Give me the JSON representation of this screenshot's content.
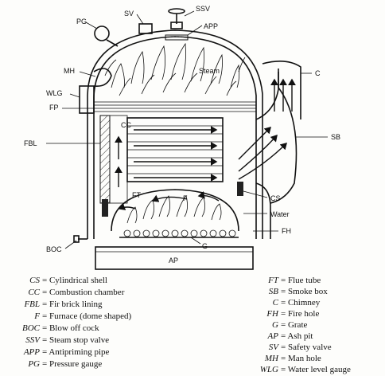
{
  "labels": {
    "sv": "SV",
    "ssv": "SSV",
    "pg": "PG",
    "app": "APP",
    "steam": "Steam",
    "mh": "MH",
    "c_top": "C",
    "wlg": "WLG",
    "fp": "FP",
    "cc": "CC",
    "sb": "SB",
    "fbl": "FBL",
    "ft": "FT",
    "f": "F",
    "cs": "CS",
    "water": "Water",
    "fh": "FH",
    "g": "G",
    "boc": "BOC",
    "ap": "AP"
  },
  "legend_left": [
    {
      "abbr": "CS",
      "text": "= Cylindrical shell"
    },
    {
      "abbr": "CC",
      "text": "= Combustion chamber"
    },
    {
      "abbr": "FBL",
      "text": "= Fir brick lining"
    },
    {
      "abbr": "F",
      "text": "= Furnace (dome shaped)"
    },
    {
      "abbr": "BOC",
      "text": "= Blow off cock"
    },
    {
      "abbr": "SSV",
      "text": "= Steam stop valve"
    },
    {
      "abbr": "APP",
      "text": "= Antipriming pipe"
    },
    {
      "abbr": "PG",
      "text": "= Pressure gauge"
    }
  ],
  "legend_right": [
    {
      "abbr": "FT",
      "text": "= Flue tube"
    },
    {
      "abbr": "SB",
      "text": "= Smoke box"
    },
    {
      "abbr": "C",
      "text": "= Chimney"
    },
    {
      "abbr": "FH",
      "text": "= Fire hole"
    },
    {
      "abbr": "G",
      "text": "= Grate"
    },
    {
      "abbr": "AP",
      "text": "= Ash pit"
    },
    {
      "abbr": "SV",
      "text": "= Safety valve"
    },
    {
      "abbr": "MH",
      "text": "= Man hole"
    },
    {
      "abbr": "WLG",
      "text": "= Water level gauge"
    }
  ]
}
